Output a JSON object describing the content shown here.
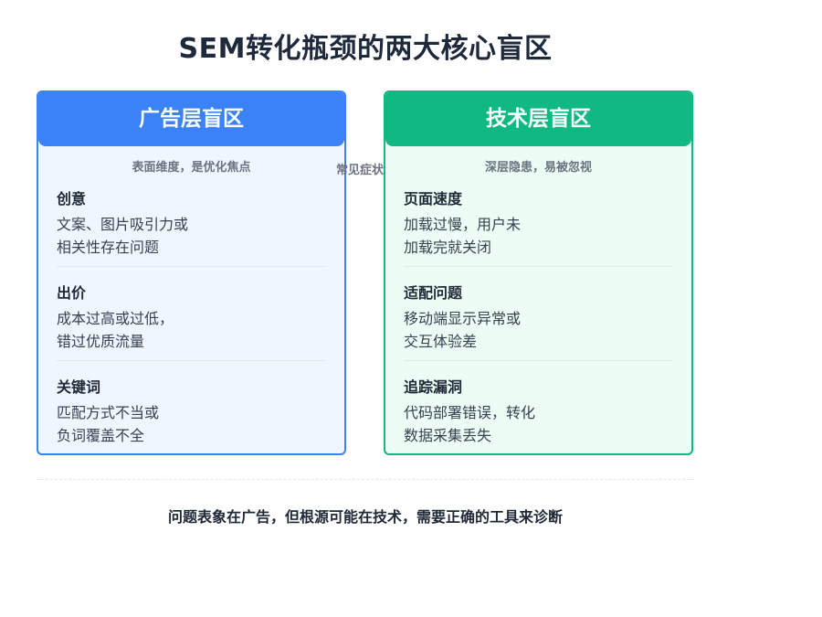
{
  "title": "SEM转化瓶颈的两大核心盲区",
  "middle_label": "常见症状",
  "panels": [
    {
      "header": "广告层盲区",
      "subtitle": "表面维度，是优化焦点",
      "color": "#3b82f6",
      "items": [
        {
          "title": "创意",
          "desc": "文案、图片吸引力或\n相关性存在问题"
        },
        {
          "title": "出价",
          "desc": "成本过高或过低，\n错过优质流量"
        },
        {
          "title": "关键词",
          "desc": "匹配方式不当或\n负词覆盖不全"
        }
      ]
    },
    {
      "header": "技术层盲区",
      "subtitle": "深层隐患，易被忽视",
      "color": "#10b981",
      "items": [
        {
          "title": "页面速度",
          "desc": "加载过慢，用户未\n加载完就关闭"
        },
        {
          "title": "适配问题",
          "desc": "移动端显示异常或\n交互体验差"
        },
        {
          "title": "追踪漏洞",
          "desc": "代码部署错误，转化\n数据采集丢失"
        }
      ]
    }
  ],
  "footer": "问题表象在广告，但根源可能在技术，需要正确的工具来诊断"
}
